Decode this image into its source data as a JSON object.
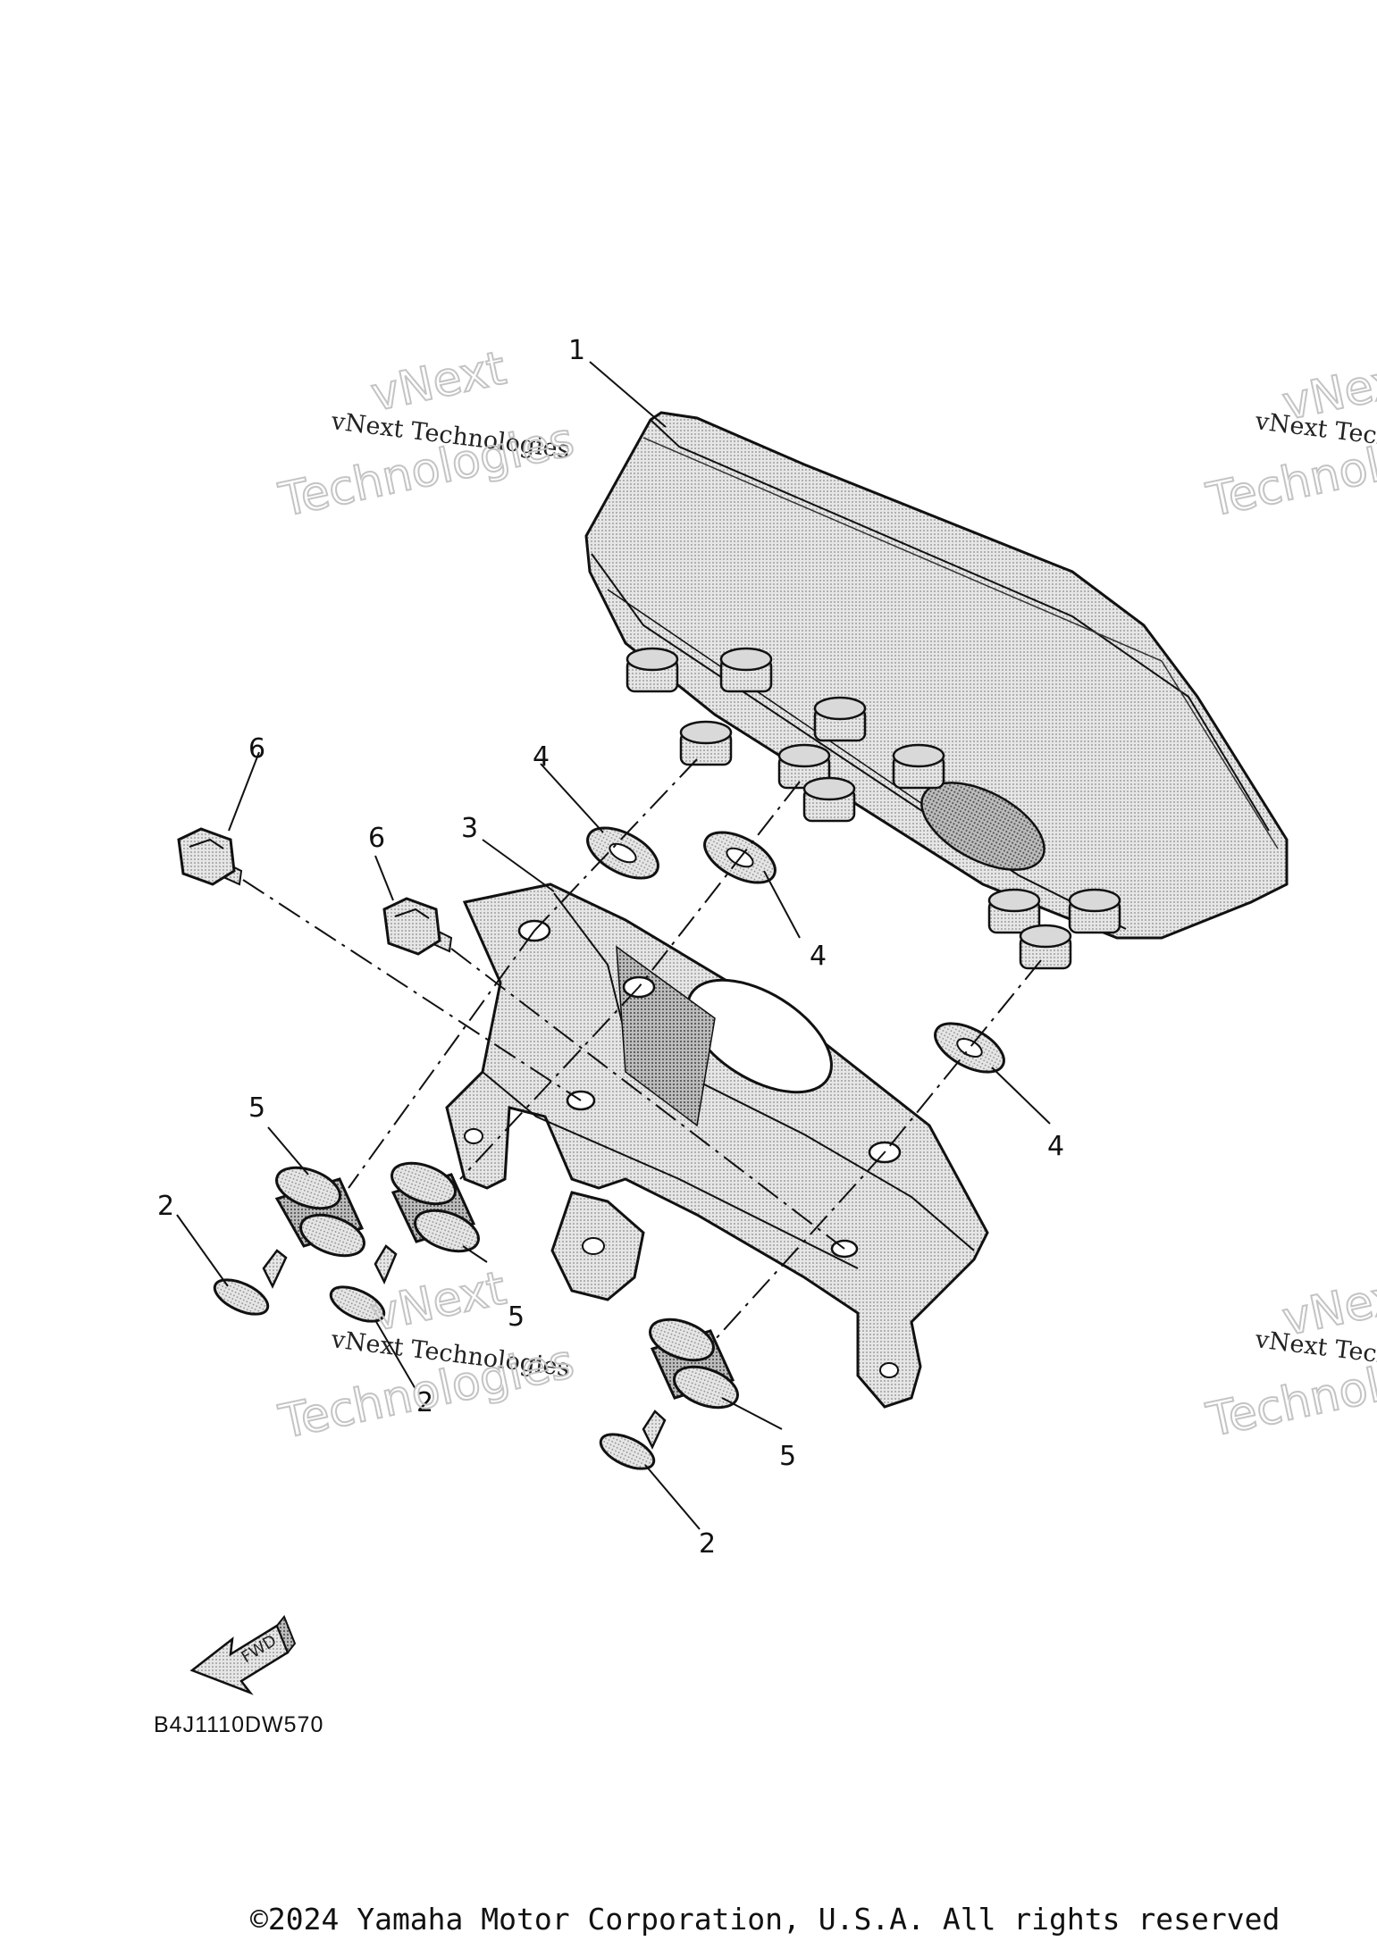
{
  "diagram": {
    "callouts": {
      "c1": "1",
      "c2a": "2",
      "c2b": "2",
      "c2c": "2",
      "c3": "3",
      "c4a": "4",
      "c4b": "4",
      "c4c": "4",
      "c5a": "5",
      "c5b": "5",
      "c5c": "5",
      "c6a": "6",
      "c6b": "6"
    },
    "watermark": {
      "line1": "vNext",
      "line2": "vNext Technologies",
      "line3": "Technologies"
    },
    "direction_label": "FWD",
    "drawing_code": "B4J1110DW570",
    "copyright": "©2024 Yamaha Motor Corporation, U.S.A. All rights reserved"
  }
}
